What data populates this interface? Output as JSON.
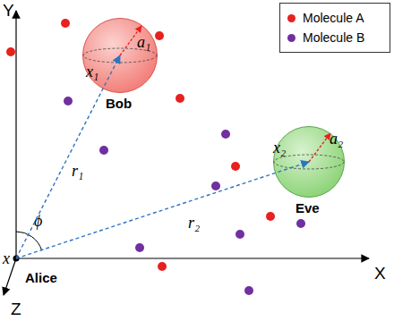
{
  "diagram": {
    "nodes": [
      {
        "text": [
          "x₁",
          "a₁",
          "Bob"
        ]
      },
      {
        "text": [
          "x₂",
          "a₂",
          "Eve"
        ]
      }
    ],
    "labels": [
      "Y",
      "X",
      "Z",
      "x",
      "Alice",
      "r₁",
      "r₂",
      "ϕ"
    ],
    "legend": [
      {
        "text": "Molecule A",
        "color": "#e8201e"
      },
      {
        "text": "Molecule B",
        "color": "#7030a0"
      }
    ]
  }
}
